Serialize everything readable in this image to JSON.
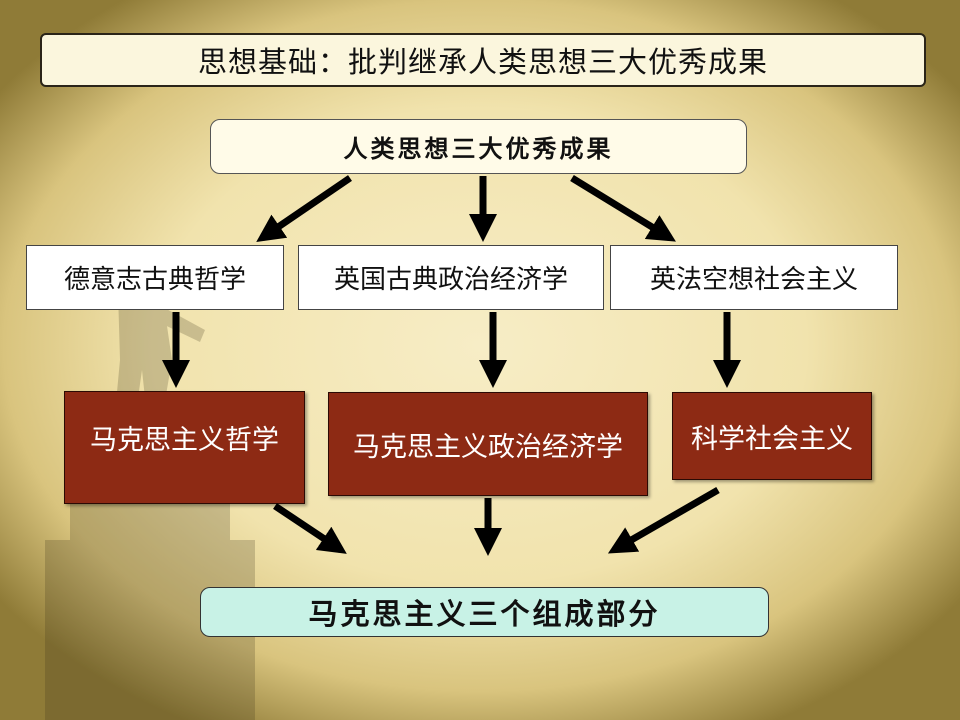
{
  "title": "思想基础：批判继承人类思想三大优秀成果",
  "source": "人类思想三大优秀成果",
  "sources": {
    "philosophy": "德意志古典哲学",
    "economics": "英国古典政治经济学",
    "socialism": "英法空想社会主义"
  },
  "marxism": {
    "philosophy": "马克思主义哲学",
    "economics": "马克思主义政治经济学",
    "socialism": "科学社会主义"
  },
  "result": "马克思主义三个组成部分",
  "colors": {
    "background": "#f3e6b3",
    "marxism_box": "#8d2a14",
    "result_box": "#c8f2e6",
    "source_box": "#ffffff"
  }
}
